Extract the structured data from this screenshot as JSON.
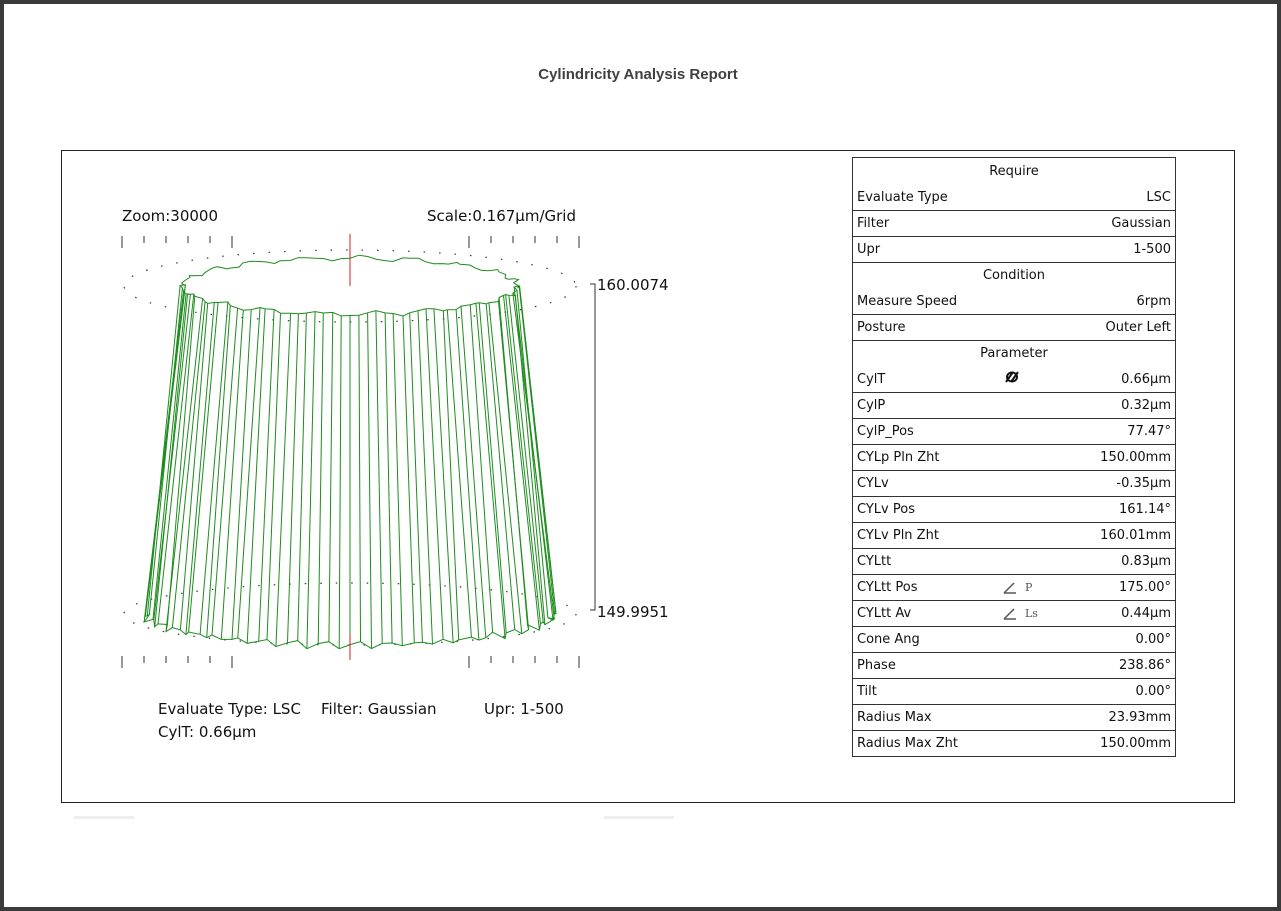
{
  "title": "Cylindricity Analysis Report",
  "plot": {
    "zoom_label": "Zoom:30000",
    "scale_label": "Scale:0.167µm/Grid",
    "top_value": "160.0074",
    "bottom_value": "149.9951",
    "line_color": "#1e8c1e"
  },
  "caption": {
    "evaluate_type": "Evaluate Type:  LSC",
    "filter": "Filter:  Gaussian",
    "upr": "Upr:  1-500",
    "cylt": "CylT:  0.66µm"
  },
  "table": {
    "require": "Require",
    "condition": "Condition",
    "parameter": "Parameter",
    "rows_require": [
      {
        "label": "Evaluate Type",
        "value": "LSC"
      },
      {
        "label": "Filter",
        "value": "Gaussian"
      },
      {
        "label": "Upr",
        "value": "1-500"
      }
    ],
    "rows_condition": [
      {
        "label": "Measure Speed",
        "value": "6rpm"
      },
      {
        "label": "Posture",
        "value": "Outer Left"
      }
    ],
    "rows_parameter": [
      {
        "label": "CylT",
        "value": "0.66µm",
        "icon": "cylindricity-icon"
      },
      {
        "label": "CylP",
        "value": "0.32µm"
      },
      {
        "label": "CylP_Pos",
        "value": "77.47°"
      },
      {
        "label": "CYLp Pln Zht",
        "value": "150.00mm"
      },
      {
        "label": "CYLv",
        "value": "-0.35µm"
      },
      {
        "label": "CYLv Pos",
        "value": "161.14°"
      },
      {
        "label": "CYLv Pln Zht",
        "value": "160.01mm"
      },
      {
        "label": "CYLtt",
        "value": "0.83µm"
      },
      {
        "label": "CYLtt Pos",
        "value": "175.00°",
        "icon": "angle-p-icon",
        "icon_text": "P"
      },
      {
        "label": "CYLtt Av",
        "value": "0.44µm",
        "icon": "angle-ls-icon",
        "icon_text": "Ls"
      },
      {
        "label": "Cone Ang",
        "value": "0.00°"
      },
      {
        "label": "Phase",
        "value": "238.86°"
      },
      {
        "label": "Tilt",
        "value": "0.00°"
      },
      {
        "label": "Radius Max",
        "value": "23.93mm"
      },
      {
        "label": "Radius Max Zht",
        "value": "150.00mm"
      }
    ]
  }
}
